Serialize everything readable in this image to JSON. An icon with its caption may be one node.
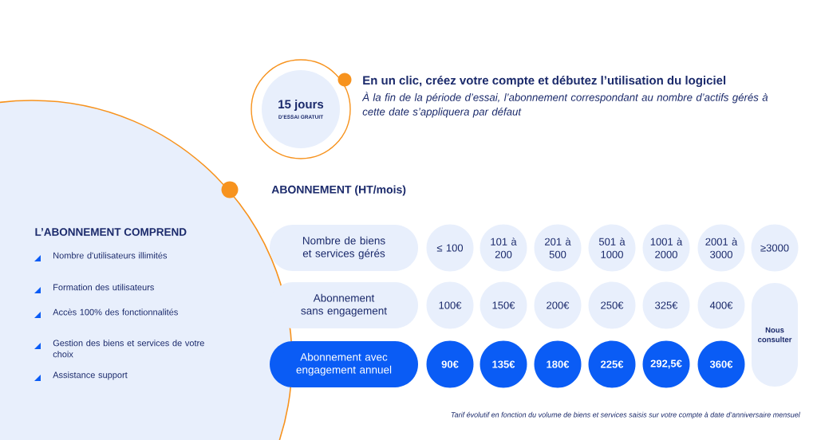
{
  "diagram": {
    "nodes": [
      {
        "text": [
          "15 jours",
          "D’ESSAI GRATUIT"
        ]
      },
      {
        "text": [
          "L’ABONNEMENT COMPREND",
          "Nombre d'utilisateurs illimités",
          "Formation des utilisateurs",
          "Accès 100% des fonctionnalités",
          "Gestion des biens et services de votre choix",
          "Assistance support"
        ]
      },
      {
        "text": [
          "Nombre de biens et services gérés"
        ]
      },
      {
        "text": [
          "≤ 100"
        ]
      },
      {
        "text": [
          "101 à 200"
        ]
      },
      {
        "text": [
          "201 à 500"
        ]
      },
      {
        "text": [
          "501 à 1000"
        ]
      },
      {
        "text": [
          "1001 à 2000"
        ]
      },
      {
        "text": [
          "2001 à 3000"
        ]
      },
      {
        "text": [
          "≥3000"
        ]
      },
      {
        "text": [
          "Abonnement sans engagement"
        ]
      },
      {
        "text": [
          "100€"
        ]
      },
      {
        "text": [
          "150€"
        ]
      },
      {
        "text": [
          "200€"
        ]
      },
      {
        "text": [
          "250€"
        ]
      },
      {
        "text": [
          "325€"
        ]
      },
      {
        "text": [
          "400€"
        ]
      },
      {
        "text": [
          "Nous consulter"
        ]
      },
      {
        "text": [
          "Abonnement avec engagement annuel"
        ]
      },
      {
        "text": [
          "90€"
        ]
      },
      {
        "text": [
          "135€"
        ]
      },
      {
        "text": [
          "180€"
        ]
      },
      {
        "text": [
          "225€"
        ]
      },
      {
        "text": [
          "292,5€"
        ]
      },
      {
        "text": [
          "360€"
        ]
      }
    ],
    "labels": [
      "En un clic, créez votre compte et débutez l’utilisation du logiciel",
      "À la fin de la période d’essai, l’abonnement correspondant au nombre d’actifs gérés à cette date s’appliquera par défaut",
      "ABONNEMENT (HT/mois)",
      "Tarif évolutif en fonction du volume de biens et services saisis sur votre compte à date d’anniversaire mensuel"
    ]
  }
}
